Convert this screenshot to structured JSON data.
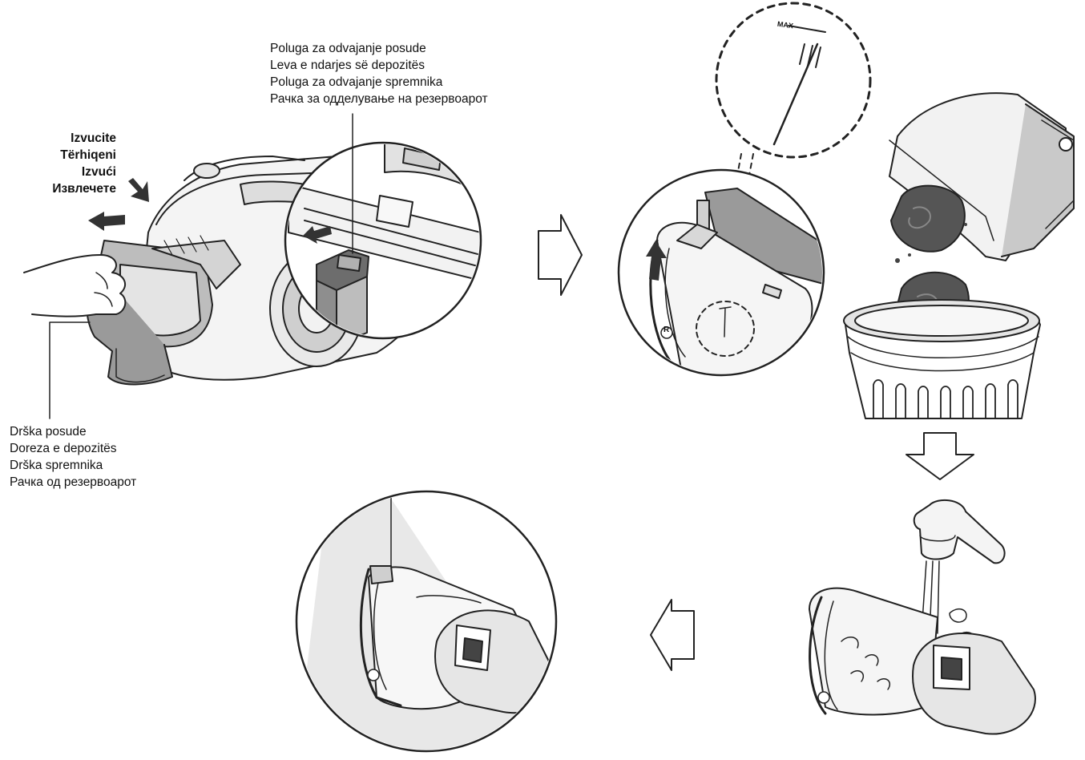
{
  "lever_callout": {
    "lines": [
      "Poluga za odvajanje posude",
      "Leva e ndarjes së depozitës",
      "Poluga za odvajanje spremnika",
      "Рачка за одделување на резервоарот"
    ]
  },
  "pull_callout": {
    "lines": [
      "Izvucite",
      "Tërhiqeni",
      "Izvući",
      "Извлечете"
    ]
  },
  "handle_callout": {
    "lines": [
      "Drška posude",
      "Doreza e depozitës",
      "Drška spremnika",
      "Рачка од резервоарот"
    ]
  },
  "max_mark": "MAX",
  "brand_mark": "R"
}
